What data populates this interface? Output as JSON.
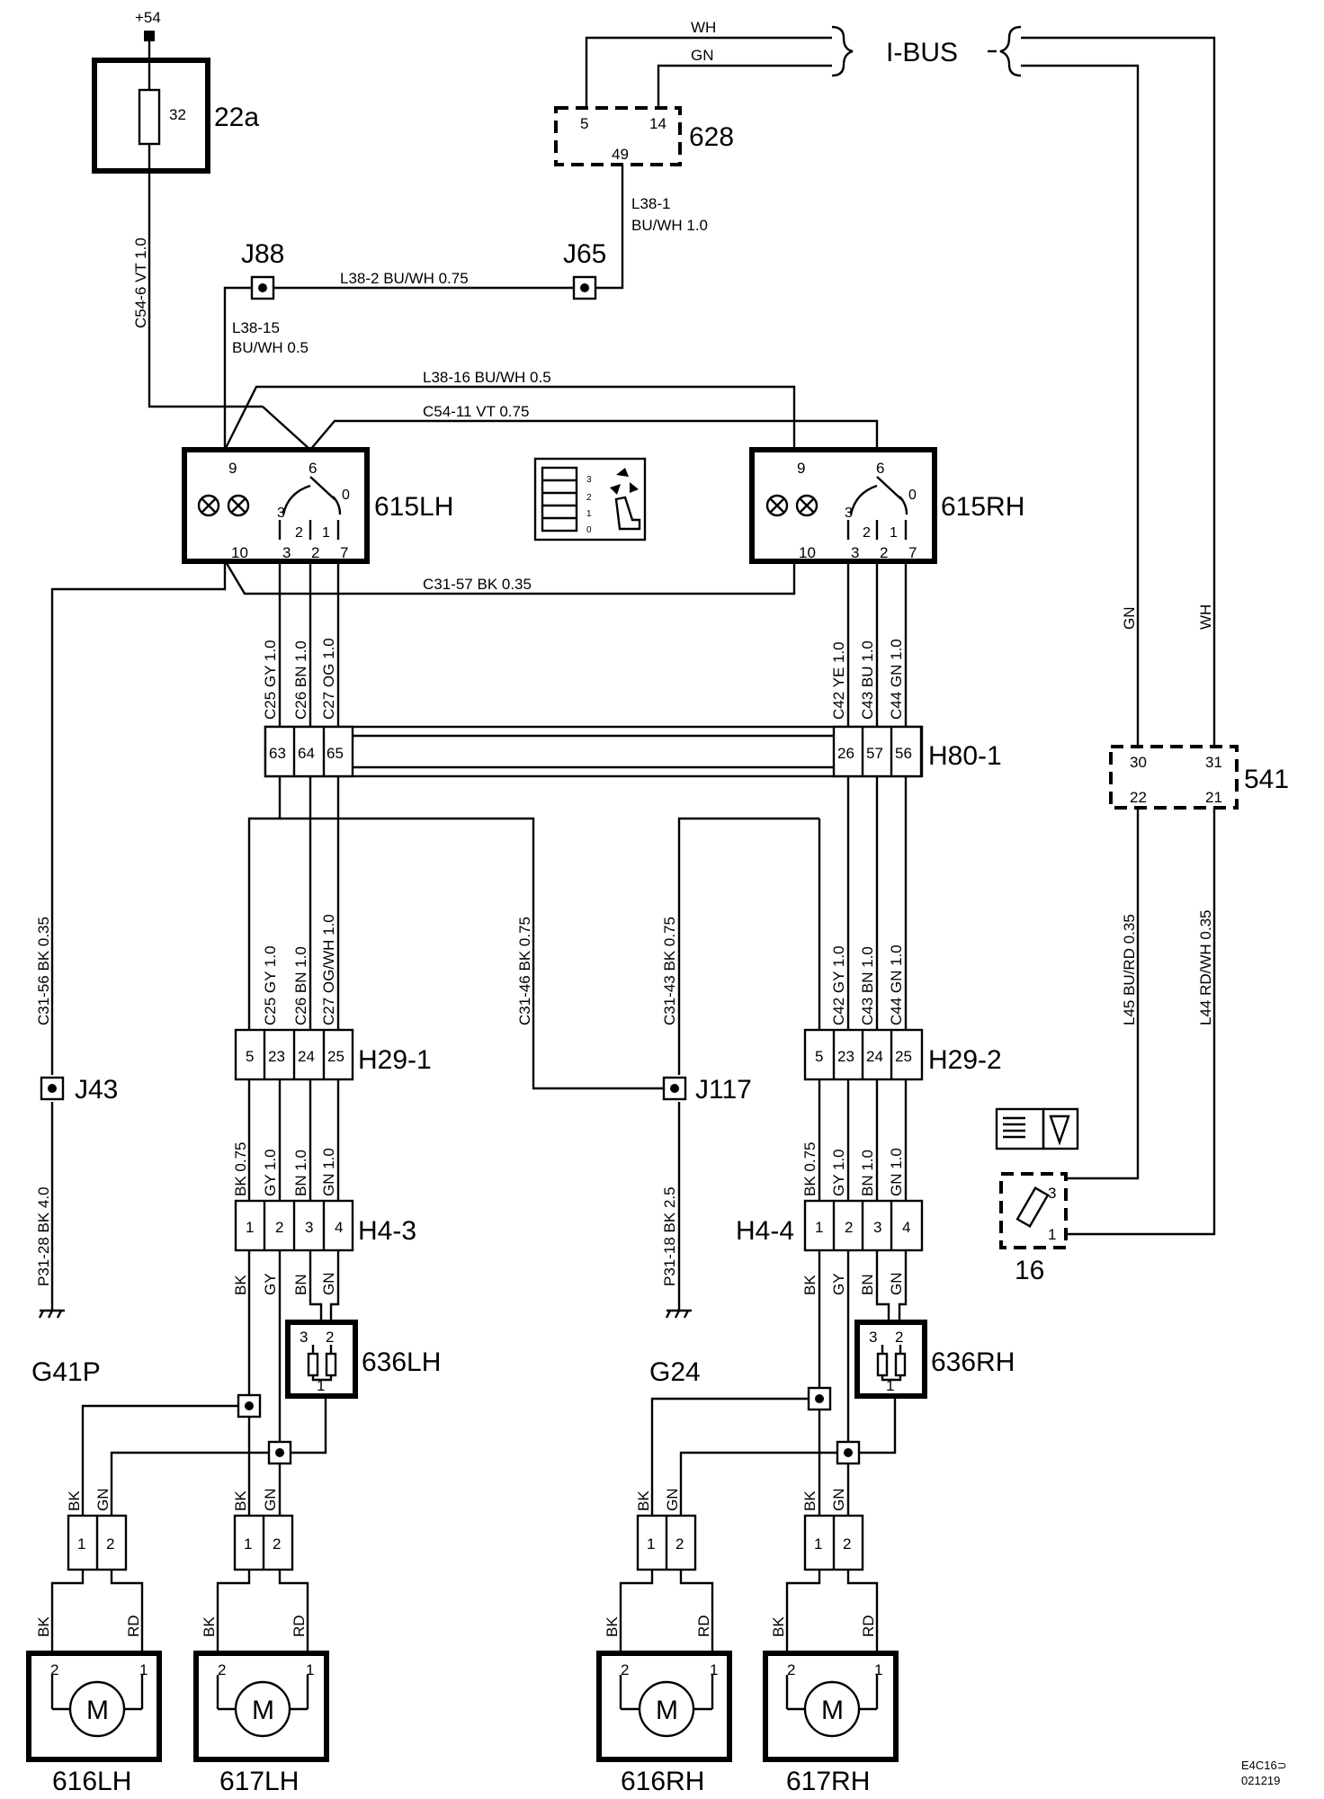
{
  "supply": {
    "label": "+54"
  },
  "fuse": {
    "id": "22a",
    "number": "32"
  },
  "modules": {
    "m628": {
      "id": "628",
      "pins": [
        "5",
        "14",
        "49"
      ]
    },
    "m541": {
      "id": "541",
      "pins": [
        "30",
        "31",
        "22",
        "21"
      ]
    },
    "m16": {
      "id": "16",
      "pins": [
        "3",
        "1"
      ]
    }
  },
  "ibus": {
    "label": "I-BUS",
    "wh": "WH",
    "gn": "GN"
  },
  "switches": {
    "lh": {
      "id": "615LH",
      "pins": {
        "p9": "9",
        "p6": "6",
        "p10": "10",
        "p3": "3",
        "p2": "2",
        "p7": "7"
      },
      "positions": {
        "s3": "3",
        "s2": "2",
        "s1": "1",
        "s0": "0"
      }
    },
    "rh": {
      "id": "615RH",
      "pins": {
        "p9": "9",
        "p6": "6",
        "p10": "10",
        "p3": "3",
        "p2": "2",
        "p7": "7"
      },
      "positions": {
        "s3": "3",
        "s2": "2",
        "s1": "1",
        "s0": "0"
      }
    }
  },
  "splices": {
    "j88": "J88",
    "j65": "J65",
    "j43": "J43",
    "j117": "J117"
  },
  "wires": {
    "c54_6": "C54-6  VT   1.0",
    "l38_1": "L38-1",
    "l38_1b": "BU/WH   1.0",
    "l38_2": "L38-2   BU/WH  0.75",
    "l38_15": "L38-15",
    "l38_15b": "BU/WH  0.5",
    "l38_16": "L38-16  BU/WH  0.5",
    "c54_11": "C54-11  VT    0.75",
    "c31_57": "C31-57   BK   0.35",
    "lh_upper": [
      "C25  GY  1.0",
      "C26  BN  1.0",
      "C27  OG  1.0"
    ],
    "rh_upper": [
      "C42  YE  1.0",
      "C43  BU  1.0",
      "C44  GN  1.0"
    ],
    "c31_56": "C31-56  BK   0.35",
    "c31_46": "C31-46  BK   0.75",
    "c31_43": "C31-43  BK   0.75",
    "lh_mid": [
      "C25  GY  1.0",
      "C26  BN  1.0",
      "C27  OG/WH 1.0"
    ],
    "rh_mid": [
      "C42  GY  1.0",
      "C43  BN  1.0",
      "C44  GN  1.0"
    ],
    "gn_vert": "GN",
    "wh_vert": "WH",
    "l45": "L45   BU/RD  0.35",
    "l44": "L44   RD/WH  0.35",
    "p31_28": "P31-28  BK    4.0",
    "p31_18": "P31-18  BK    2.5",
    "lh_low": [
      "BK   0.75",
      "GY   1.0",
      "BN   1.0",
      "GN   1.0"
    ],
    "rh_low": [
      "BK   0.75",
      "GY   1.0",
      "BN   1.0",
      "GN   1.0"
    ]
  },
  "connectors": {
    "h80": {
      "id": "H80-1",
      "pins_lh": [
        "63",
        "64",
        "65"
      ],
      "pins_rh": [
        "26",
        "57",
        "56"
      ]
    },
    "h29_1": {
      "id": "H29-1",
      "pins": [
        "5",
        "23",
        "24",
        "25"
      ]
    },
    "h29_2": {
      "id": "H29-2",
      "pins": [
        "5",
        "23",
        "24",
        "25"
      ]
    },
    "h4_3": {
      "id": "H4-3",
      "pins": [
        "1",
        "2",
        "3",
        "4"
      ]
    },
    "h4_4": {
      "id": "H4-4",
      "pins": [
        "1",
        "2",
        "3",
        "4"
      ]
    }
  },
  "colors": {
    "bk": "BK",
    "gy": "GY",
    "bn": "BN",
    "gn": "GN",
    "rd": "RD"
  },
  "resistors": {
    "lh": {
      "id": "636LH",
      "pins": [
        "3",
        "2",
        "1"
      ]
    },
    "rh": {
      "id": "636RH",
      "pins": [
        "3",
        "2",
        "1"
      ]
    }
  },
  "grounds": {
    "g41p": "G41P",
    "g24": "G24"
  },
  "motors": {
    "m616lh": {
      "id": "616LH",
      "symbol": "M",
      "pins": [
        "2",
        "1"
      ]
    },
    "m617lh": {
      "id": "617LH",
      "symbol": "M",
      "pins": [
        "2",
        "1"
      ]
    },
    "m616rh": {
      "id": "616RH",
      "symbol": "M",
      "pins": [
        "2",
        "1"
      ]
    },
    "m617rh": {
      "id": "617RH",
      "symbol": "M",
      "pins": [
        "2",
        "1"
      ]
    }
  },
  "mconn_pins": [
    "1",
    "2"
  ],
  "icon_levels": [
    "3",
    "2",
    "1",
    "0"
  ],
  "footer": {
    "code": "E4C16⊃",
    "date": "021219"
  }
}
